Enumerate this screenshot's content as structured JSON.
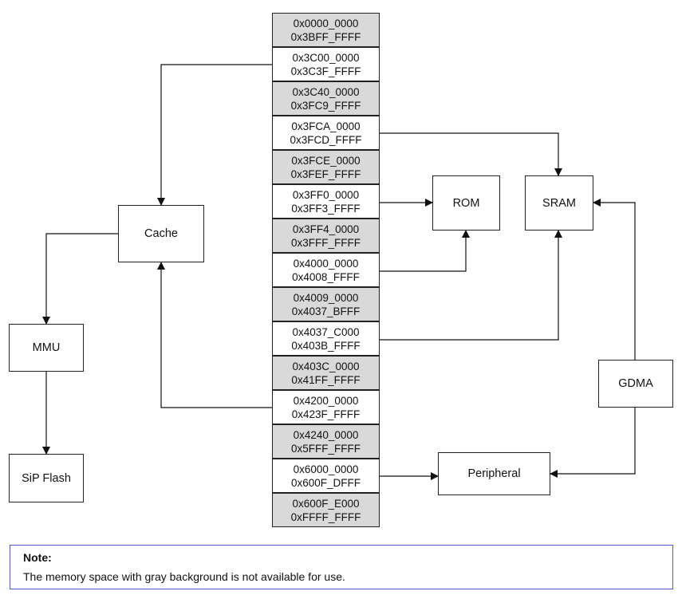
{
  "memory_map": [
    {
      "start": "0x0000_0000",
      "end": "0x3BFF_FFFF",
      "available": false
    },
    {
      "start": "0x3C00_0000",
      "end": "0x3C3F_FFFF",
      "available": true
    },
    {
      "start": "0x3C40_0000",
      "end": "0x3FC9_FFFF",
      "available": false
    },
    {
      "start": "0x3FCA_0000",
      "end": "0x3FCD_FFFF",
      "available": true
    },
    {
      "start": "0x3FCE_0000",
      "end": "0x3FEF_FFFF",
      "available": false
    },
    {
      "start": "0x3FF0_0000",
      "end": "0x3FF3_FFFF",
      "available": true
    },
    {
      "start": "0x3FF4_0000",
      "end": "0x3FFF_FFFF",
      "available": false
    },
    {
      "start": "0x4000_0000",
      "end": "0x4008_FFFF",
      "available": true
    },
    {
      "start": "0x4009_0000",
      "end": "0x4037_BFFF",
      "available": false
    },
    {
      "start": "0x4037_C000",
      "end": "0x403B_FFFF",
      "available": true
    },
    {
      "start": "0x403C_0000",
      "end": "0x41FF_FFFF",
      "available": false
    },
    {
      "start": "0x4200_0000",
      "end": "0x423F_FFFF",
      "available": true
    },
    {
      "start": "0x4240_0000",
      "end": "0x5FFF_FFFF",
      "available": false
    },
    {
      "start": "0x6000_0000",
      "end": "0x600F_DFFF",
      "available": true
    },
    {
      "start": "0x600F_E000",
      "end": "0xFFFF_FFFF",
      "available": false
    }
  ],
  "boxes": {
    "cache": "Cache",
    "mmu": "MMU",
    "sip_flash": "SiP Flash",
    "rom": "ROM",
    "sram": "SRAM",
    "gdma": "GDMA",
    "peripheral": "Peripheral"
  },
  "note": {
    "title": "Note:",
    "text": "The memory space with gray background is not available for use."
  }
}
